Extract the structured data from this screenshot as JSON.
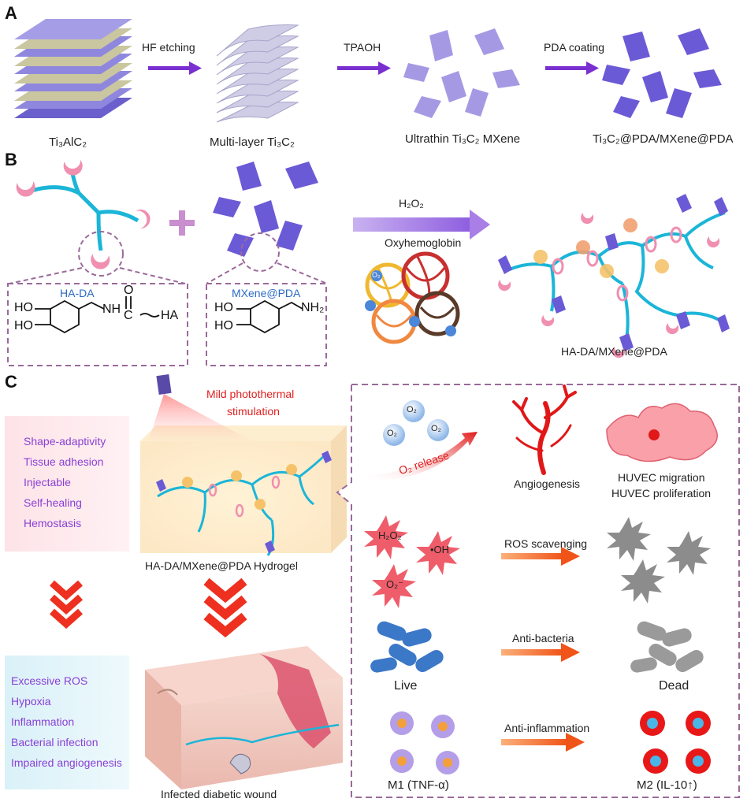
{
  "panels": {
    "a": "A",
    "b": "B",
    "c": "C"
  },
  "section_a": {
    "materials": [
      "Ti₃AlC₂",
      "Multi-layer Ti₃C₂",
      "Ultrathin Ti₃C₂ MXene",
      "Ti₃C₂@PDA/MXene@PDA"
    ],
    "steps": [
      "HF etching",
      "TPAOH",
      "PDA coating"
    ]
  },
  "section_b": {
    "hada_label": "HA-DA",
    "hada_chem": {
      "ho_top": "HO",
      "ho_bottom": "HO",
      "nh": "NH",
      "c": "C",
      "o": "O",
      "ha": "HA"
    },
    "mxene_label": "MXene@PDA",
    "mxene_chem": {
      "ho_top": "HO",
      "ho_bottom": "HO",
      "nh2": "NH₂"
    },
    "reagent": "H₂O₂",
    "oxy": "Oxyhemoglobin",
    "o2": "O₂",
    "product": "HA-DA/MXene@PDA"
  },
  "section_c": {
    "stim": [
      "Mild photothermal",
      "stimulation"
    ],
    "properties": [
      "Shape-adaptivity",
      "Tissue adhesion",
      "Injectable",
      "Self-healing",
      "Hemostasis"
    ],
    "hydrogel": "HA-DA/MXene@PDA Hydrogel",
    "problems": [
      "Excessive ROS",
      "Hypoxia",
      "Inflammation",
      "Bacterial infection",
      "Impaired angiogenesis"
    ],
    "wound": "Infected diabetic wound",
    "o2_bubble": "O₂",
    "o2_release": "O₂ release",
    "angiogenesis": "Angiogenesis",
    "huvec": [
      "HUVEC migration",
      "HUVEC proliferation"
    ],
    "ros": {
      "h2o2": "H₂O₂",
      "oh": "•OH",
      "o2": "O₂⁻"
    },
    "ros_label": "ROS scavenging",
    "anti_bacteria": "Anti-bacteria",
    "live": "Live",
    "dead": "Dead",
    "anti_inflammation": "Anti-inflammation",
    "m1": "M1 (TNF-α)",
    "m2": "M2 (IL-10↑)"
  },
  "colors": {
    "purple_text": "#8a3fd6",
    "arrow_purple": "#7a2fd0",
    "arrow_orange": "#f06020",
    "red": "#e02020",
    "cyan_chain": "#1bb5d8",
    "pink_hook": "#f08fb0",
    "mxene": "#7b6fd6"
  }
}
